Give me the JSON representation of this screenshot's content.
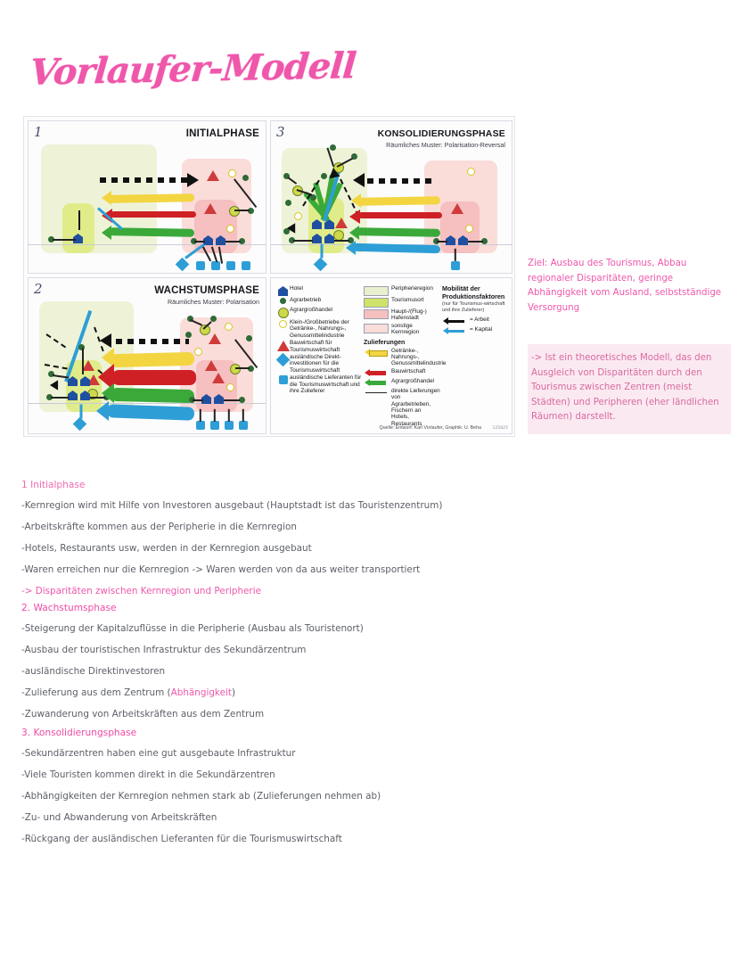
{
  "page": {
    "title": "Vorlaufer-Modell"
  },
  "figure": {
    "panels": [
      {
        "number": "1",
        "title": "INITIALPHASE",
        "subtitle": ""
      },
      {
        "number": "3",
        "title": "KONSOLIDIERUNGSPHASE",
        "subtitle": "Räumliches Muster: Polarisation-Reversal"
      },
      {
        "number": "2",
        "title": "WACHSTUMSPHASE",
        "subtitle": "Räumliches Muster: Polarisation"
      }
    ],
    "legend": {
      "symbols": [
        {
          "icon": "hotel-pentagon-icon",
          "label": "Hotel"
        },
        {
          "icon": "agrarbetrieb-dot-icon",
          "label": "Agrarbetrieb"
        },
        {
          "icon": "agrargrosshandel-circle-icon",
          "label": "Agrargroßhandel"
        },
        {
          "icon": "industrie-circle-icon",
          "label": "Klein-/Großbetriebe der Getränke-, Nahrungs-, Genussmittelindustrie"
        },
        {
          "icon": "bauwirtschaft-triangle-icon",
          "label": "Bauwirtschaft für Tourismuswirtschaft"
        },
        {
          "icon": "direktinvestition-diamond-icon",
          "label": "ausländische Direkt-investitionen für die Tourismuswirtschaft"
        },
        {
          "icon": "lieferant-square-icon",
          "label": "ausländische Lieferanten für die Tourismuswirtschaft und ihre Zulieferer"
        }
      ],
      "regions": [
        {
          "icon": "periphery-swatch",
          "label": "Peripherieregion",
          "color": "#e9f0cf"
        },
        {
          "icon": "tourismusort-swatch",
          "label": "Tourismusort",
          "color": "#cfe26a"
        },
        {
          "icon": "hafenstadt-swatch",
          "label": "Haupt-/(Flug-) Hafenstadt",
          "color": "#f6bfc0"
        },
        {
          "icon": "kernregion-swatch",
          "label": "sonstige Kernregion",
          "color": "#fadcd9"
        }
      ],
      "zulieferungen_title": "Zulieferungen",
      "zulieferungen": [
        {
          "icon": "yellow-arrow-icon",
          "label": "Getränke-, Nahrungs-, Genussmittelindustrie",
          "color": "#f2d541"
        },
        {
          "icon": "red-arrow-icon",
          "label": "Bauwirtschaft",
          "color": "#cf2026"
        },
        {
          "icon": "green-arrow-icon",
          "label": "Agrargroßhandel",
          "color": "#3aa93a"
        },
        {
          "icon": "black-line-icon",
          "label": "direkte Lieferungen von Agrarbetrieben, Fischern an Hotels, Restaurants",
          "color": "#222222"
        }
      ],
      "mobility_title": "Mobilität der Produktionsfaktoren",
      "mobility_note": "(nur für Tourismus-wirtschaft und ihre Zulieferer)",
      "mobility": [
        {
          "icon": "black-arrow-icon",
          "label": "= Arbeit",
          "color": "#111111"
        },
        {
          "icon": "blue-arrow-icon",
          "label": "= Kapital",
          "color": "#2e9ed6"
        }
      ],
      "source": "Quelle: Entwurf: Karl Vorlaufer, Graphik: U. Beha",
      "source_number": "125825"
    }
  },
  "side_notes": {
    "goal": "Ziel: Ausbau des Tourismus, Abbau regionaler Disparitäten, geringe Abhängigkeit vom Ausland, selbstständige Versorgung",
    "summary": "-> Ist ein theoretisches Modell, das den Ausgleich von Disparitäten durch den Tourismus zwischen Zentren (meist Städten) und Peripheren (eher ländlichen Räumen) darstellt."
  },
  "sections": [
    {
      "heading": "1  Initialphase",
      "lines": [
        {
          "text": "-Kernregion wird mit Hilfe von Investoren ausgebaut (Hauptstadt ist das Touristenzentrum)",
          "pink": false
        },
        {
          "text": "-Arbeitskräfte kommen aus der Peripherie in die Kernregion",
          "pink": false
        },
        {
          "text": "-Hotels, Restaurants usw, werden in der Kernregion ausgebaut",
          "pink": false
        },
        {
          "text": "-Waren erreichen nur die Kernregion -> Waren werden von da aus weiter transportiert",
          "pink": false
        },
        {
          "text": "-> Disparitäten zwischen Kernregion und Peripherie",
          "pink": true
        }
      ]
    },
    {
      "heading": "2. Wachstumsphase",
      "lines": [
        {
          "text": "-Steigerung der Kapitalzuflüsse in die Peripherie (Ausbau als Touristenort)",
          "pink": false
        },
        {
          "text": "-Ausbau der touristischen Infrastruktur des Sekundärzentrum",
          "pink": false
        },
        {
          "text": "-ausländische Direktinvestoren",
          "pink": false
        },
        {
          "text": "-Zulieferung aus dem Zentrum (Abhängigkeit)",
          "pink": false,
          "inline_pink": "Abhängigkeit"
        },
        {
          "text": "-Zuwanderung von Arbeitskräften aus dem Zentrum",
          "pink": false
        }
      ]
    },
    {
      "heading": "3. Konsolidierungsphase",
      "lines": [
        {
          "text": "-Sekundärzentren haben eine gut ausgebaute Infrastruktur",
          "pink": false
        },
        {
          "text": "-Viele Touristen kommen direkt in die Sekundärzentren",
          "pink": false
        },
        {
          "text": "-Abhängigkeiten der Kernregion nehmen stark ab (Zulieferungen nehmen ab)",
          "pink": false
        },
        {
          "text": "-Zu- und Abwanderung von Arbeitskräften",
          "pink": false
        },
        {
          "text": "-Rückgang der ausländischen Lieferanten für die Tourismuswirtschaft",
          "pink": false
        }
      ]
    }
  ],
  "colors": {
    "pink": "#ef57ab",
    "body_text": "#5d6068",
    "note_bg": "#fbe9f1"
  }
}
